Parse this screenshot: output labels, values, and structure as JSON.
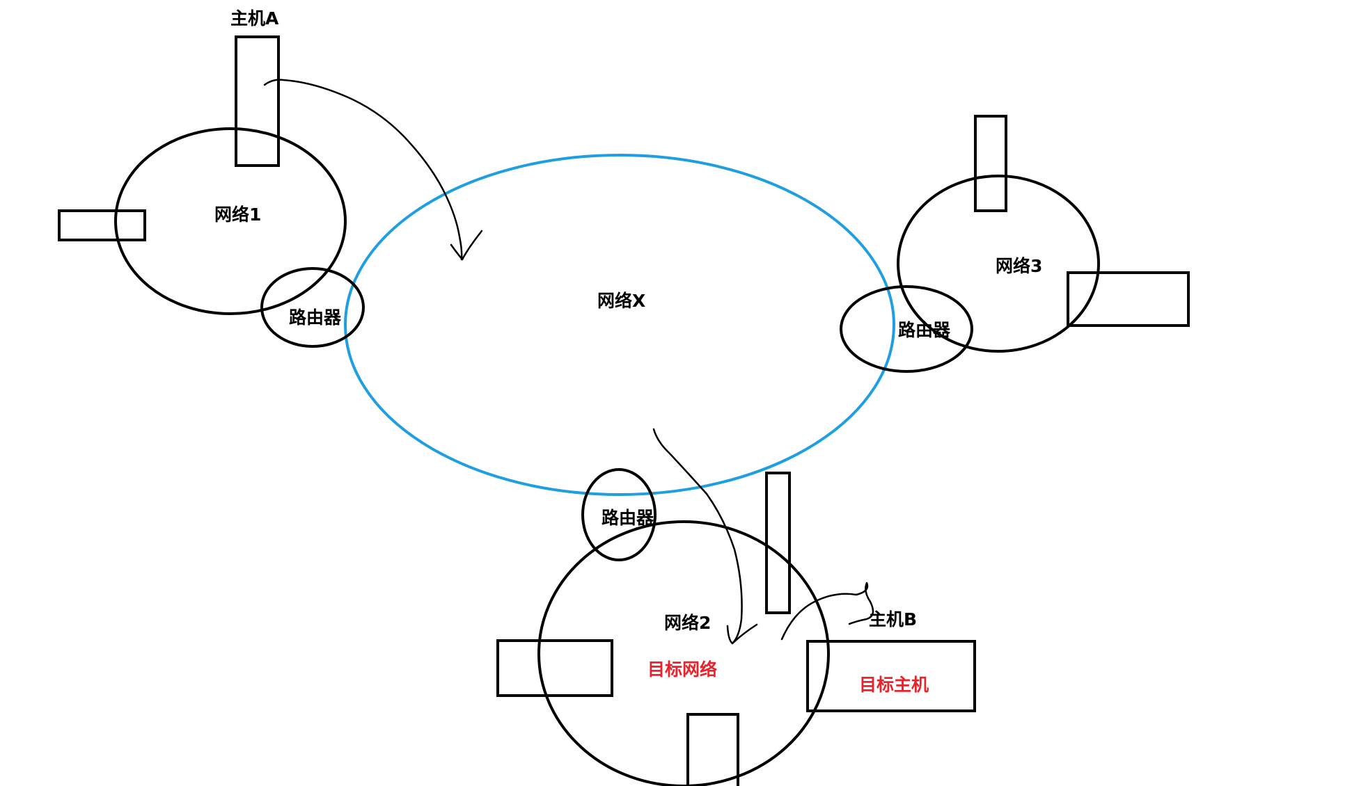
{
  "labels": {
    "host_a": "主机A",
    "network_1": "网络1",
    "router_1": "路由器",
    "network_x": "网络X",
    "network_3": "网络3",
    "router_3": "路由器",
    "router_2": "路由器",
    "network_2": "网络2",
    "target_network": "目标网络",
    "host_b": "主机B",
    "target_host": "目标主机"
  },
  "colors": {
    "backbone": "#1f9fe0",
    "highlight": "#e8232b",
    "stroke": "#000000"
  }
}
